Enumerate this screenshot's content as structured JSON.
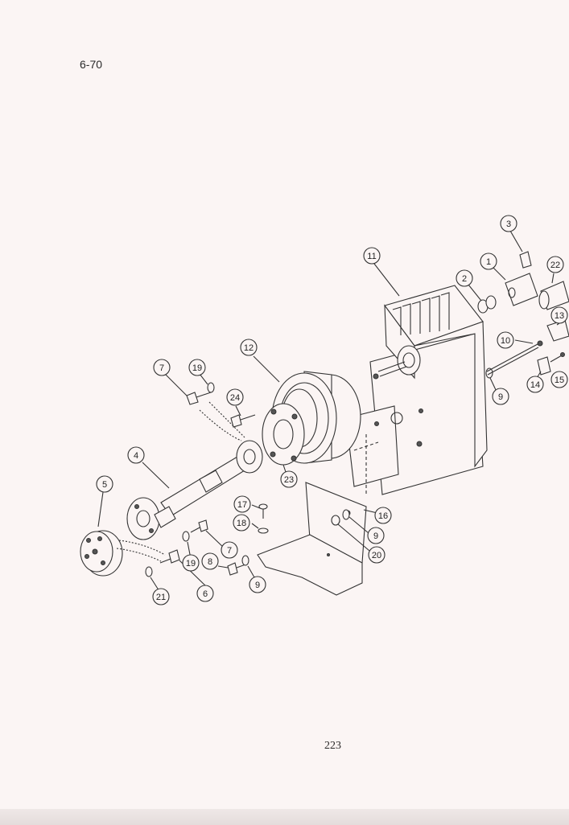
{
  "header": {
    "section_code": "6-70"
  },
  "footer": {
    "page_number": "223"
  },
  "callouts": [
    "1",
    "2",
    "3",
    "4",
    "5",
    "6",
    "7",
    "7",
    "8",
    "9",
    "9",
    "9",
    "10",
    "11",
    "12",
    "13",
    "14",
    "15",
    "16",
    "17",
    "18",
    "19",
    "19",
    "20",
    "21",
    "22",
    "23",
    "24"
  ]
}
